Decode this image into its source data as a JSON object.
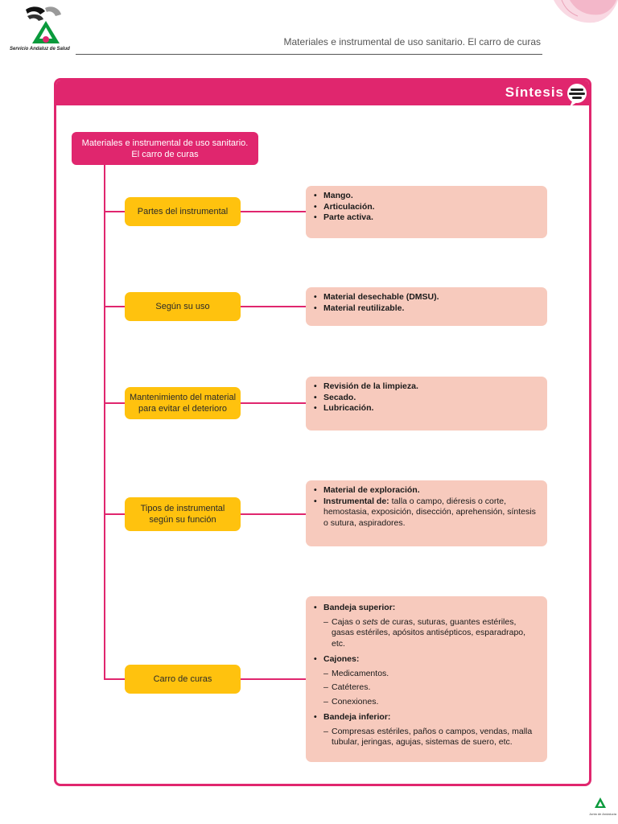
{
  "header": {
    "org_name": "Servicio Andaluz de Salud",
    "doc_title": "Materiales e instrumental de uso sanitario. El carro de curas"
  },
  "frame": {
    "title": "Síntesis",
    "icon": "speech-bubble-icon"
  },
  "root": {
    "line1": "Materiales e instrumental de uso sanitario.",
    "line2": "El carro de curas"
  },
  "categories": [
    {
      "label_lines": [
        "Partes del instrumental"
      ],
      "details": [
        {
          "bold": "Mango.",
          "text": ""
        },
        {
          "bold": "Articulación.",
          "text": ""
        },
        {
          "bold": "Parte activa.",
          "text": ""
        }
      ]
    },
    {
      "label_lines": [
        "Según su uso"
      ],
      "details": [
        {
          "bold": "Material desechable (DMSU).",
          "text": ""
        },
        {
          "bold": "Material reutilizable.",
          "text": ""
        }
      ]
    },
    {
      "label_lines": [
        "Mantenimiento del material",
        "para evitar el deterioro"
      ],
      "details": [
        {
          "bold": "Revisión de la limpieza.",
          "text": ""
        },
        {
          "bold": "Secado.",
          "text": ""
        },
        {
          "bold": "Lubricación.",
          "text": ""
        }
      ]
    },
    {
      "label_lines": [
        "Tipos de instrumental",
        "según su función"
      ],
      "details": [
        {
          "bold": "Material de exploración.",
          "text": ""
        },
        {
          "bold": "Instrumental de:",
          "text": " talla o campo, diéresis o corte, hemostasia, exposición, disección, aprehensión, síntesis o sutura, aspiradores."
        }
      ]
    },
    {
      "label_lines": [
        "Carro de curas"
      ],
      "sections": [
        {
          "heading": "Bandeja superior:",
          "items": [
            {
              "pre": "Cajas o ",
              "italic": "sets",
              "post": " de curas, suturas, guantes estériles, gasas estériles, apósitos antisépticos, esparadrapo, etc."
            }
          ]
        },
        {
          "heading": "Cajones:",
          "items": [
            {
              "pre": "Medicamentos.",
              "italic": "",
              "post": ""
            },
            {
              "pre": "Catéteres.",
              "italic": "",
              "post": ""
            },
            {
              "pre": "Conexiones.",
              "italic": "",
              "post": ""
            }
          ]
        },
        {
          "heading": "Bandeja inferior:",
          "items": [
            {
              "pre": "Compresas estériles, paños o campos, vendas, malla tubular, jeringas, agujas, sistemas de suero, etc.",
              "italic": "",
              "post": ""
            }
          ]
        }
      ]
    }
  ],
  "footer": {
    "org_name": "Junta de Andalucía"
  },
  "colors": {
    "magenta": "#e0266e",
    "yellow": "#ffc20e",
    "salmon": "#f7cabd",
    "green": "#0a9a3c"
  }
}
